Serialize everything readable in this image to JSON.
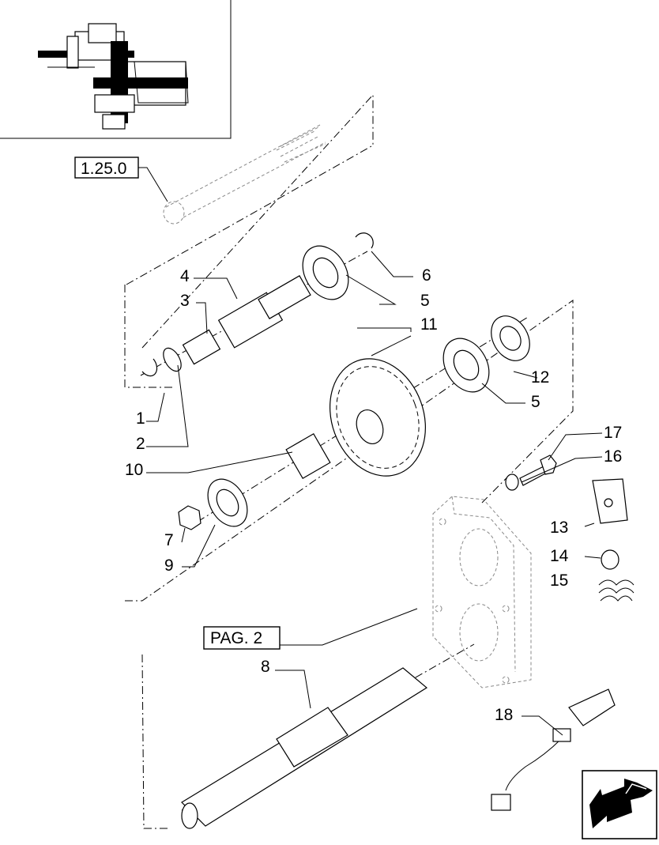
{
  "references": {
    "group_ref": "1.25.0",
    "page_ref": "PAG. 2"
  },
  "callouts": {
    "c1": "1",
    "c2": "2",
    "c3": "3",
    "c4": "4",
    "c5a": "5",
    "c5b": "5",
    "c6": "6",
    "c7": "7",
    "c8": "8",
    "c9": "9",
    "c10": "10",
    "c11": "11",
    "c12": "12",
    "c13": "13",
    "c14": "14",
    "c15": "15",
    "c16": "16",
    "c17": "17",
    "c18": "18"
  },
  "icons": {
    "thumbnail": "assembly-thumbnail-icon",
    "navigation": "next-page-arrow-icon"
  }
}
